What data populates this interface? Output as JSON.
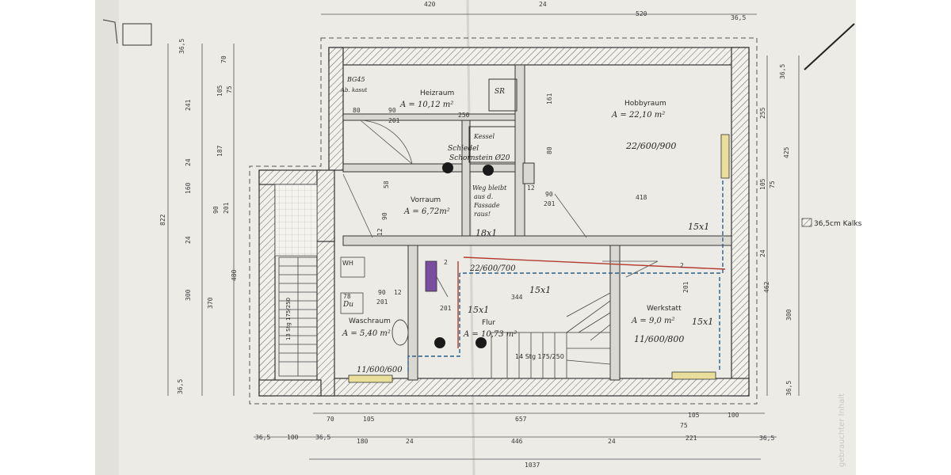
{
  "rooms": {
    "heizraum": {
      "name": "Heizraum",
      "area": "A = 10,12 m²"
    },
    "vorraum": {
      "name": "Vorraum",
      "area": "A = 6,72m²"
    },
    "hobbyraum": {
      "name": "Hobbyraum",
      "area": "A = 22,10 m²",
      "note": "22/600/900"
    },
    "waschraum": {
      "name": "Waschraum",
      "area": "A = 5,40 m²",
      "note": "11/600/600"
    },
    "flur": {
      "name": "Flur",
      "area": "A = 10,73 m²"
    },
    "werkstatt": {
      "name": "Werkstatt",
      "area": "A = 9,0 m²",
      "note": "11/600/800"
    }
  },
  "fixtures": {
    "wh": "WH",
    "du": "Du",
    "sr": "SR",
    "kessel": "Kessel",
    "stairs_main": "14 Stg 175/250",
    "stairs_side": "13 Stg 175/250"
  },
  "handwritten": {
    "chimney_1": "Schiedel",
    "chimney_2": "Schornstein Ø20",
    "vorraum_note_1": "Weg bleibt",
    "vorraum_note_2": "aus d.",
    "vorraum_note_3": "Fassade",
    "vorraum_note_4": "raus!",
    "pipe_18": "18x1",
    "pipe_15a": "15x1",
    "pipe_15b": "15x1",
    "pipe_15c": "15x1",
    "pipe_15d": "15x1",
    "flur_note": "22/600/700",
    "top_note_1": "BG45",
    "top_note_2": "Ab. kasut"
  },
  "legend": {
    "label": "36,5cm Kalks"
  },
  "watermark": "gebrauchter Inhalt",
  "dims": {
    "top_420": "420",
    "top_24": "24",
    "top_520": "520",
    "top_365": "36,5",
    "b_70": "70",
    "b_105a": "105",
    "b_657": "657",
    "b_105b": "105",
    "b_100": "100",
    "b_75": "75",
    "c_365a": "36,5",
    "c_100": "100",
    "c_365b": "36,5",
    "c_180": "180",
    "c_24a": "24",
    "c_446": "446",
    "c_24b": "24",
    "c_221": "221",
    "c_365c": "36,5",
    "d_1037": "1037",
    "l_822": "822",
    "l_365": "36,5",
    "l_241": "241",
    "l_24a": "24",
    "l_160": "160",
    "l_24b": "24",
    "l_300": "300",
    "l_70": "70",
    "l_105": "105",
    "l_75": "75",
    "l_187": "187",
    "l_90": "90",
    "l_201": "201",
    "l_370": "370",
    "l_480": "480",
    "l_365b": "36,5",
    "r_365a": "36,5",
    "r_255": "255",
    "r_105": "105",
    "r_75": "75",
    "r_425": "425",
    "r_24": "24",
    "r_462": "462",
    "r_300": "300",
    "r_365b": "36,5",
    "i_80a": "80",
    "i_90a": "90",
    "i_201a": "201",
    "i_250": "250",
    "i_161": "161",
    "i_80b": "80",
    "i_58": "58",
    "i_90b": "90",
    "i_12a": "12",
    "i_12b": "12",
    "i_90c": "90",
    "i_201b": "201",
    "i_418": "418",
    "i_78": "78",
    "i_90d": "90",
    "i_12c": "12",
    "i_201c": "201",
    "i_201d": "201",
    "i_344": "344",
    "i_2a": "2",
    "i_2b": "2",
    "i_201e": "201"
  }
}
